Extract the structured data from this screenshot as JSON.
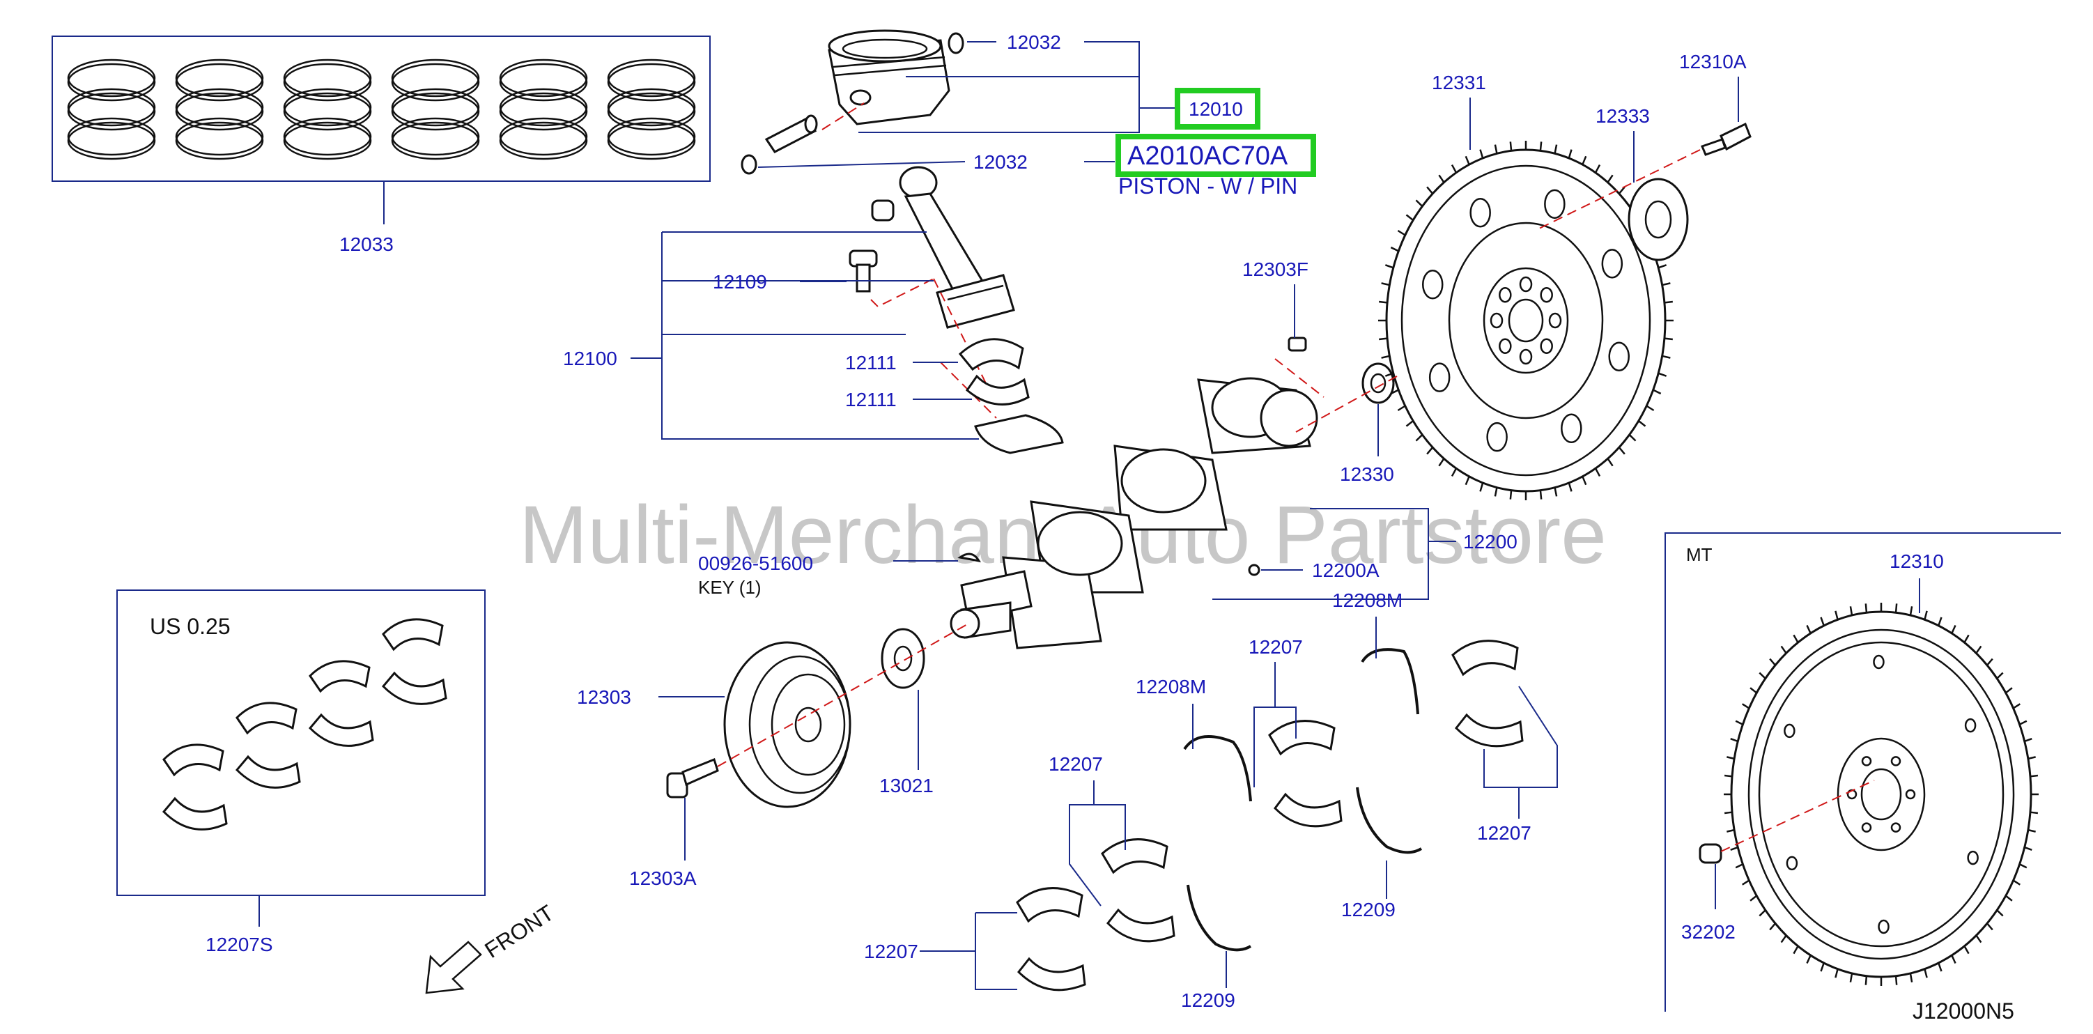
{
  "diagram": {
    "watermark": "Multi-Merchant Auto Partstore",
    "code": "J12000N5",
    "labels": {
      "p12033": "12033",
      "p12032a": "12032",
      "p12032b": "12032",
      "p12010": "12010",
      "p_sel": "A2010AC70A",
      "p_desc": "PISTON - W / PIN",
      "p12109": "12109",
      "p12100": "12100",
      "p12111a": "12111",
      "p12111b": "12111",
      "p12331": "12331",
      "p12333": "12333",
      "p12310A": "12310A",
      "p12303F": "12303F",
      "p12330": "12330",
      "p12200": "12200",
      "p12200A": "12200A",
      "p00926": "00926-51600",
      "key": "KEY   (1)",
      "us": "US   0.25",
      "p12207S": "12207S",
      "p12303": "12303",
      "p13021": "13021",
      "p12303A": "12303A",
      "p12208Ma": "12208M",
      "p12208Mb": "12208M",
      "p12207a": "12207",
      "p12207b": "12207",
      "p12207c": "12207",
      "p12207d": "12207",
      "p12209a": "12209",
      "p12209b": "12209",
      "mt": "MT",
      "p12310": "12310",
      "p32202": "32202",
      "front": "FRONT"
    },
    "highlight_color": "#22cc22",
    "label_color": "#1818b8",
    "axis_color": "#d01818"
  }
}
